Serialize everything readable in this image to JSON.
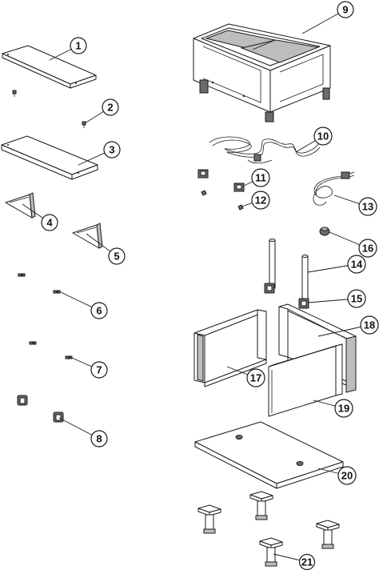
{
  "callouts": [
    {
      "id": "c1",
      "label": "1"
    },
    {
      "id": "c2",
      "label": "2"
    },
    {
      "id": "c3",
      "label": "3"
    },
    {
      "id": "c4",
      "label": "4"
    },
    {
      "id": "c5",
      "label": "5"
    },
    {
      "id": "c6",
      "label": "6"
    },
    {
      "id": "c7",
      "label": "7"
    },
    {
      "id": "c8",
      "label": "8"
    },
    {
      "id": "c9",
      "label": "9"
    },
    {
      "id": "c10",
      "label": "10"
    },
    {
      "id": "c11",
      "label": "11"
    },
    {
      "id": "c12",
      "label": "12"
    },
    {
      "id": "c13",
      "label": "13"
    },
    {
      "id": "c14",
      "label": "14"
    },
    {
      "id": "c15",
      "label": "15"
    },
    {
      "id": "c16",
      "label": "16"
    },
    {
      "id": "c17",
      "label": "17"
    },
    {
      "id": "c18",
      "label": "18"
    },
    {
      "id": "c19",
      "label": "19"
    },
    {
      "id": "c20",
      "label": "20"
    },
    {
      "id": "c21",
      "label": "21"
    }
  ],
  "colors": {
    "line": "#1a1a1a",
    "background": "#ffffff",
    "shade": "#6b6b6b"
  }
}
